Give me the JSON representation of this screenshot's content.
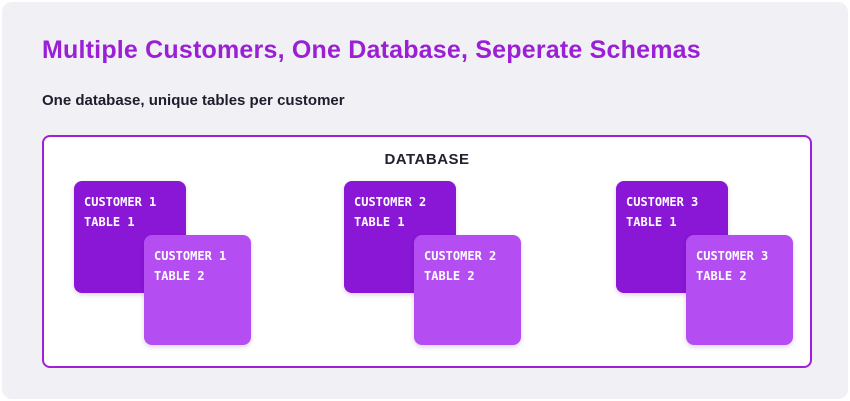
{
  "title": "Multiple Customers, One Database, Seperate Schemas",
  "subtitle": "One database, unique tables per customer",
  "database": {
    "label": "DATABASE",
    "groups": [
      {
        "front": {
          "line1": "CUSTOMER 1",
          "line2": "TABLE 1"
        },
        "back": {
          "line1": "CUSTOMER 1",
          "line2": "TABLE 2"
        }
      },
      {
        "front": {
          "line1": "CUSTOMER 2",
          "line2": "TABLE 1"
        },
        "back": {
          "line1": "CUSTOMER 2",
          "line2": "TABLE 2"
        }
      },
      {
        "front": {
          "line1": "CUSTOMER 3",
          "line2": "TABLE 1"
        },
        "back": {
          "line1": "CUSTOMER 3",
          "line2": "TABLE 2"
        }
      }
    ]
  },
  "colors": {
    "accent": "#9b1fd4",
    "card_dark": "#8a16d6",
    "card_light": "#b44ef2",
    "db_border": "#a21fd8",
    "background": "#f1f0f4"
  }
}
